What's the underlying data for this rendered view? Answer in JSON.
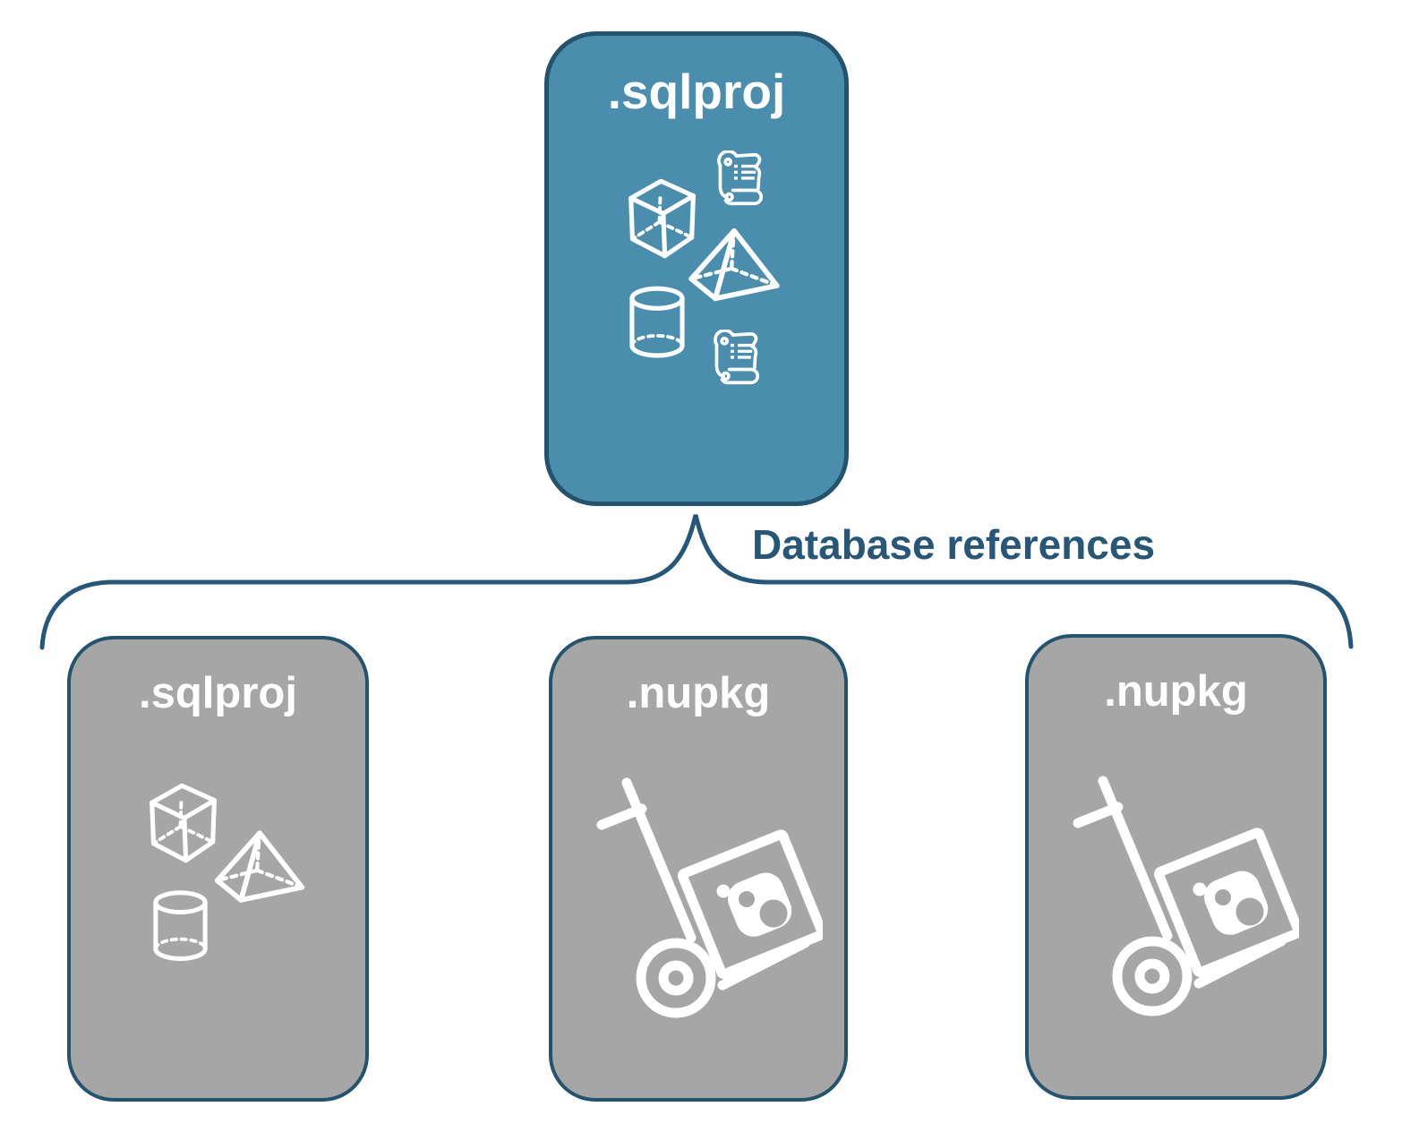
{
  "diagram": {
    "parent_node": {
      "label": ".sqlproj",
      "icons": [
        "scroll-icon",
        "cube-icon",
        "pyramid-icon",
        "cylinder-icon",
        "scroll-icon"
      ],
      "fill": "#4A8DAC",
      "border": "#24536E",
      "label_color": "#FFFFFF"
    },
    "connector": {
      "label": "Database references",
      "label_color": "#275778",
      "line_color": "#275778"
    },
    "child_nodes": [
      {
        "label": ".sqlproj",
        "icons": [
          "cube-icon",
          "pyramid-icon",
          "cylinder-icon"
        ]
      },
      {
        "label": ".nupkg",
        "icons": [
          "nuget-hand-truck-icon"
        ]
      },
      {
        "label": ".nupkg",
        "icons": [
          "nuget-hand-truck-icon"
        ]
      }
    ],
    "child_style": {
      "fill": "#A6A6A6",
      "border": "#24536E",
      "label_color": "#FFFFFF"
    },
    "icon_color": "#FFFFFF"
  }
}
